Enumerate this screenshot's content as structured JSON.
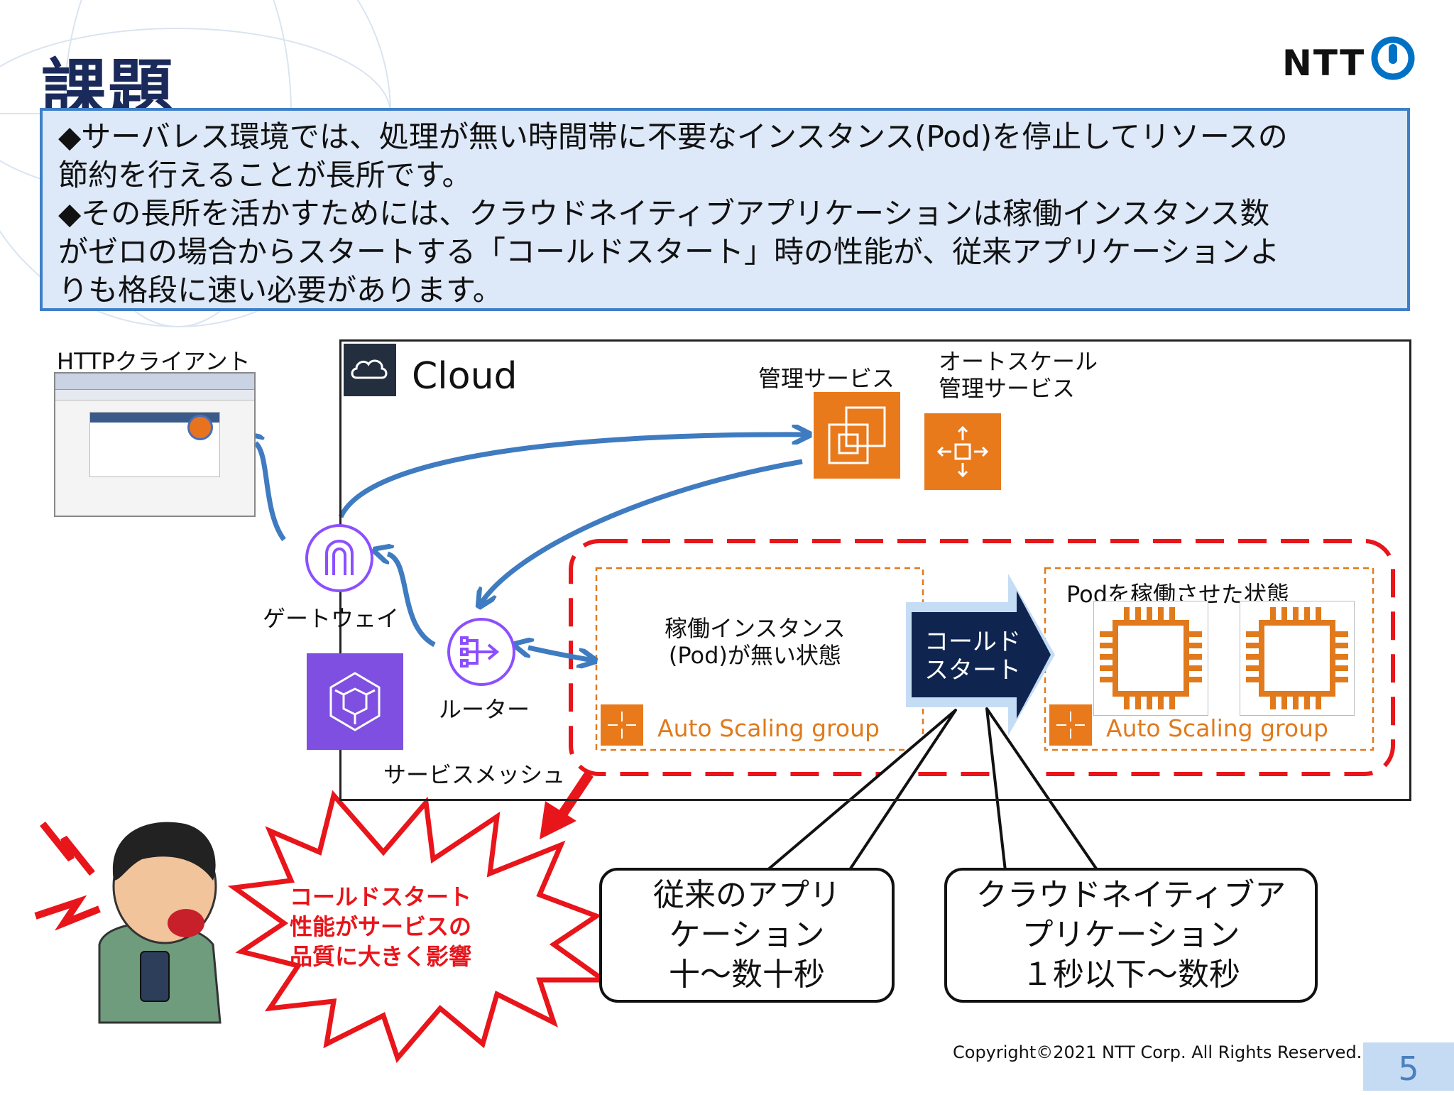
{
  "slide": {
    "title": "課題",
    "logo_text": "NTT",
    "page_number": "5",
    "copyright": "Copyright©2021  NTT Corp. All Rights Reserved."
  },
  "textbox": {
    "bullet1_line1": "◆サーバレス環境では、処理が無い時間帯に不要なインスタンス(Pod)を停止してリソースの",
    "bullet1_line2": "節約を行えることが長所です。",
    "bullet2_line1": "◆その長所を活かすためには、クラウドネイティブアプリケーションは稼働インスタンス数",
    "bullet2_line2": "がゼロの場合からスタートする「コールドスタート」時の性能が、従来アプリケーションよ",
    "bullet2_line3": "りも格段に速い必要があります。"
  },
  "diagram": {
    "http_client": "HTTPクライアント",
    "cloud": "Cloud",
    "management_service": "管理サービス",
    "autoscale_line1": "オートスケール",
    "autoscale_line2": "管理サービス",
    "gateway": "ゲートウェイ",
    "router": "ルーター",
    "service_mesh": "サービスメッシュ",
    "no_instance_line1": "稼働インスタンス",
    "no_instance_line2": "(Pod)が無い状態",
    "asg_left": "Auto Scaling group",
    "asg_right": "Auto Scaling group",
    "cold_start_line1": "コールド",
    "cold_start_line2": "スタート",
    "pod_running": "Podを稼働させた状態",
    "bubble_left_line1": "従来のアプリ",
    "bubble_left_line2": "ケーション",
    "bubble_left_line3": "十～数十秒",
    "bubble_right_line1": "クラウドネイティブア",
    "bubble_right_line2": "プリケーション",
    "bubble_right_line3": "１秒以下～数秒",
    "burst_line1": "コールドスタート",
    "burst_line2": "性能がサービスの",
    "burst_line3": "品質に大きく影響"
  },
  "colors": {
    "title": "#1a2a5a",
    "textbox_bg": "#dde8f8",
    "textbox_border": "#3f7fc8",
    "arrow_blue": "#3f7bc0",
    "aws_orange": "#e87a1c",
    "aws_purple": "#8c4fff",
    "cold_start_navy": "#0f2550",
    "alert_red": "#e8151b"
  },
  "icons": [
    "cloud-icon",
    "ec2-instances-icon",
    "auto-scaling-icon",
    "api-gateway-icon",
    "router-icon",
    "app-mesh-icon",
    "chip-icon",
    "browser-screenshot-icon",
    "ntt-logo-icon",
    "person-icon"
  ]
}
